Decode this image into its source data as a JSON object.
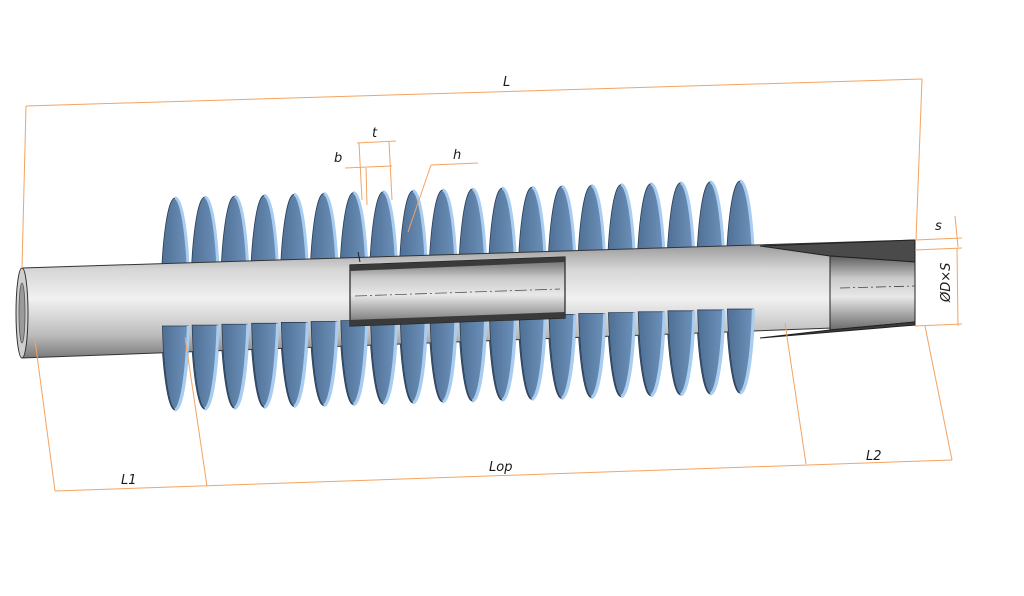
{
  "diagram": {
    "labels": {
      "L": "L",
      "t": "t",
      "b": "b",
      "h": "h",
      "s": "s",
      "diameter": "ØD×S",
      "L1": "L1",
      "Lop": "Lop",
      "L2": "L2"
    },
    "colors": {
      "dimension_line": "#f4a460",
      "fin_face": "#5b7fa6",
      "fin_edge": "#a8cdf0",
      "pipe_light": "#e6e6e6",
      "pipe_dark": "#8d8d8d",
      "outline": "#222222"
    },
    "fin_count": 20
  }
}
